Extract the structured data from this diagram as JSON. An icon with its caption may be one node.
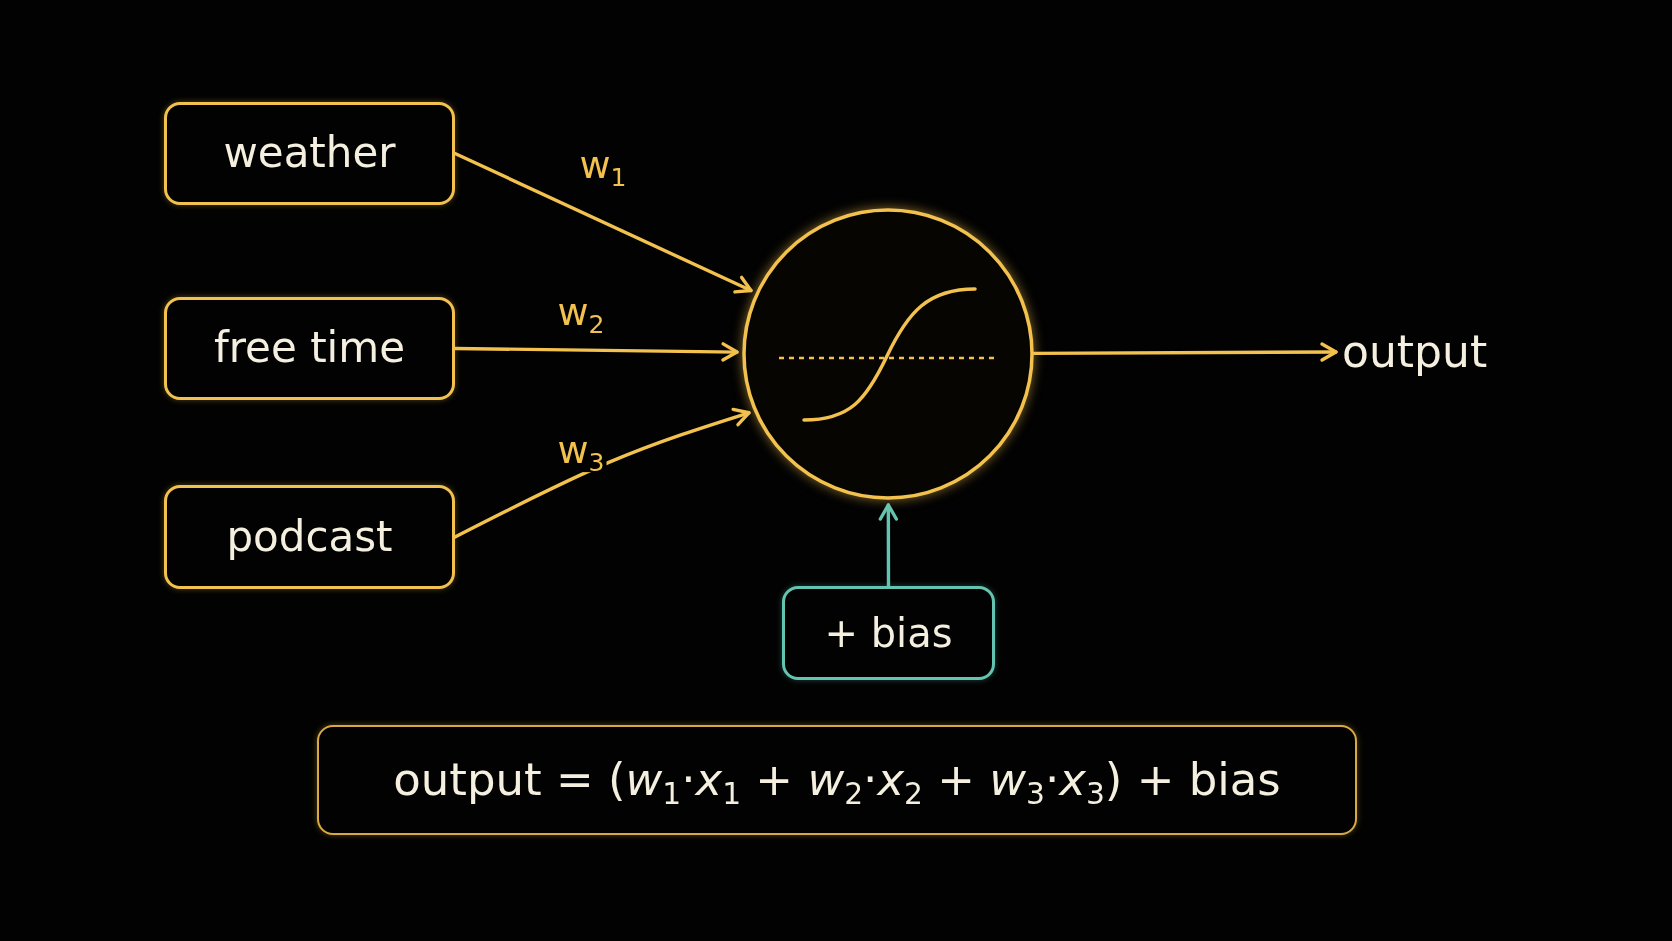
{
  "diagram": {
    "nodes": [
      {
        "text": [
          "weather"
        ]
      },
      {
        "text": [
          "free time"
        ]
      },
      {
        "text": [
          "podcast"
        ]
      },
      {
        "text": [],
        "shape": "circle"
      },
      {
        "text": [
          "output"
        ]
      },
      {
        "text": [
          "+ bias"
        ]
      },
      {
        "text": [
          "output = (*w*$_{1}$·*x*$_{1}$ + *w*$_{2}$·*x*$_{2}$ + *w*$_{3}$·*x*$_{3}$) + bias"
        ]
      }
    ],
    "edges": [
      {
        "from": 0,
        "to": 3,
        "arrow": "to",
        "label": "w$_{1}$"
      },
      {
        "from": 1,
        "to": 3,
        "arrow": "to",
        "label": "w$_{2}$"
      },
      {
        "from": 2,
        "to": 3,
        "arrow": "to",
        "label": "w$_{3}$"
      },
      {
        "from": 3,
        "to": 4,
        "arrow": "to"
      },
      {
        "from": 5,
        "to": 3,
        "arrow": "to",
        "color": "#63c5b1"
      }
    ]
  }
}
